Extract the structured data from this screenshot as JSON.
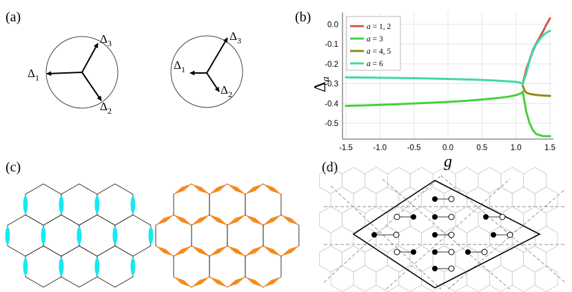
{
  "panels": {
    "a": "(a)",
    "b": "(b)",
    "c": "(c)",
    "d": "(d)"
  },
  "vectors": {
    "left": [
      {
        "name": "Δ",
        "sub": "1"
      },
      {
        "name": "Δ",
        "sub": "2"
      },
      {
        "name": "Δ",
        "sub": "3"
      }
    ],
    "right": [
      {
        "name": "Δ",
        "sub": "1"
      },
      {
        "name": "Δ",
        "sub": "2"
      },
      {
        "name": "Δ",
        "sub": "3"
      }
    ]
  },
  "colors": {
    "cyan_bond": "#19e8f0",
    "orange_bond": "#f58a1f",
    "a12": "#d9534a",
    "a3": "#44d13a",
    "a45": "#8f8a14",
    "a6": "#3fd8a8"
  },
  "chart_data": {
    "type": "line",
    "xlabel": "g",
    "ylabel_main": "Δ",
    "ylabel_sub": "a",
    "xlim": [
      -1.55,
      1.55
    ],
    "ylim": [
      -0.58,
      0.06
    ],
    "xticks": [
      "-1.5",
      "-1.0",
      "-0.5",
      "0.0",
      "0.5",
      "1.0",
      "1.5"
    ],
    "yticks": [
      "0.0",
      "-0.1",
      "-0.2",
      "-0.3",
      "-0.4",
      "-0.5"
    ],
    "grid": true,
    "legend_position": "top-left",
    "series": [
      {
        "name": "a = 1, 2",
        "label_parts": [
          "a",
          " = 1, 2"
        ],
        "color": "#d9534a",
        "points": [
          [
            1.1,
            -0.3
          ],
          [
            1.12,
            -0.27
          ],
          [
            1.15,
            -0.23
          ],
          [
            1.2,
            -0.18
          ],
          [
            1.25,
            -0.13
          ],
          [
            1.3,
            -0.095
          ],
          [
            1.35,
            -0.065
          ],
          [
            1.4,
            -0.035
          ],
          [
            1.45,
            0.0
          ],
          [
            1.5,
            0.03
          ]
        ]
      },
      {
        "name": "a = 3",
        "label_parts": [
          "a",
          " = 3"
        ],
        "color": "#44d13a",
        "points": [
          [
            -1.5,
            -0.412
          ],
          [
            -1.25,
            -0.41
          ],
          [
            -1.0,
            -0.407
          ],
          [
            -0.75,
            -0.404
          ],
          [
            -0.5,
            -0.4
          ],
          [
            -0.25,
            -0.396
          ],
          [
            0.0,
            -0.392
          ],
          [
            0.25,
            -0.387
          ],
          [
            0.5,
            -0.38
          ],
          [
            0.75,
            -0.372
          ],
          [
            0.9,
            -0.365
          ],
          [
            1.0,
            -0.358
          ],
          [
            1.05,
            -0.352
          ],
          [
            1.08,
            -0.348
          ],
          [
            1.1,
            -0.34
          ],
          [
            1.12,
            -0.38
          ],
          [
            1.15,
            -0.44
          ],
          [
            1.2,
            -0.5
          ],
          [
            1.25,
            -0.535
          ],
          [
            1.3,
            -0.555
          ],
          [
            1.4,
            -0.565
          ],
          [
            1.5,
            -0.565
          ]
        ]
      },
      {
        "name": "a = 4, 5",
        "label_parts": [
          "a",
          " = 4, 5"
        ],
        "color": "#8f8a14",
        "points": [
          [
            1.1,
            -0.31
          ],
          [
            1.12,
            -0.33
          ],
          [
            1.15,
            -0.345
          ],
          [
            1.2,
            -0.352
          ],
          [
            1.3,
            -0.357
          ],
          [
            1.4,
            -0.36
          ],
          [
            1.5,
            -0.362
          ]
        ]
      },
      {
        "name": "a = 6",
        "label_parts": [
          "a",
          " = 6"
        ],
        "color": "#3fd8a8",
        "points": [
          [
            -1.5,
            -0.268
          ],
          [
            -1.0,
            -0.27
          ],
          [
            -0.5,
            -0.272
          ],
          [
            0.0,
            -0.276
          ],
          [
            0.5,
            -0.281
          ],
          [
            0.75,
            -0.285
          ],
          [
            1.0,
            -0.291
          ],
          [
            1.05,
            -0.294
          ],
          [
            1.1,
            -0.3
          ],
          [
            1.15,
            -0.25
          ],
          [
            1.2,
            -0.185
          ],
          [
            1.25,
            -0.135
          ],
          [
            1.3,
            -0.1
          ],
          [
            1.35,
            -0.075
          ],
          [
            1.4,
            -0.055
          ],
          [
            1.45,
            -0.042
          ],
          [
            1.5,
            -0.033
          ]
        ]
      }
    ]
  }
}
